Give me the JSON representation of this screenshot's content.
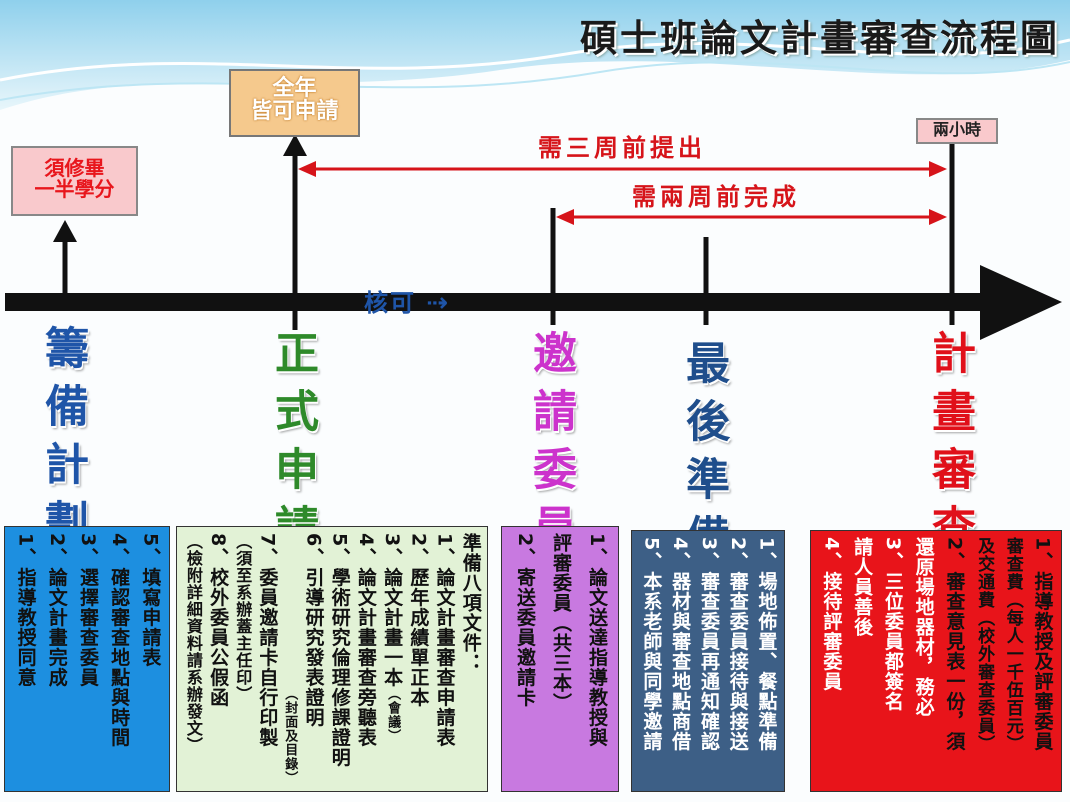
{
  "title": "碩士班論文計畫審查流程圖",
  "tags": {
    "half_credits": [
      "須修畢",
      "一半學分"
    ],
    "all_year": [
      "全年",
      "皆可申請"
    ],
    "two_hours": "兩小時"
  },
  "arrow_labels": {
    "three_weeks": "需三周前提出",
    "two_weeks": "需兩周前完成"
  },
  "approve_label": "核可",
  "approve_arrow": "⇢",
  "stages": {
    "prepare": "籌備計劃",
    "apply": "正式申請",
    "invite": "邀請委員",
    "final": "最後準備",
    "review": "計畫審查"
  },
  "boxes": {
    "prepare": [
      "1、指導教授同意",
      "2、論文計畫完成",
      "3、選擇審查委員",
      "4、確認審查地點與時間",
      "5、填寫申請表"
    ],
    "apply": {
      "intro": "準備八項文件：",
      "items": [
        "1、論文計畫審查申請表",
        "2、歷年成績單正本",
        "3、論文計畫一本",
        "4、論文計畫審查旁聽表",
        "5、學術研究倫理修課證明",
        "6、引導研究發表證明",
        "7、委員邀請卡自行印製",
        "8、校外委員公假函",
        "（須至系辦蓋主任印）",
        "（檢附詳細資料請系辦發文）"
      ],
      "note3": "（會議）",
      "note7": "（封面及目錄）"
    },
    "invite": [
      "1、論文送達指導教授與",
      "2、寄送委員邀請卡",
      "評審委員（共三本）"
    ],
    "final": [
      "1、場地佈置、餐點準備",
      "2、審查委員接待與接送",
      "3、審查委員再通知確認",
      "4、器材與審查地點商借",
      "5、本系老師與同學邀請"
    ],
    "review": [
      "1、指導教授及評審委員",
      "2、審查意見表一份，須",
      "及交通費（校外審查委員）",
      "審查費（每人一千伍百元）",
      "3、三位委員都簽名",
      "還原場地器材，務必",
      "4、接待評審委員",
      "請人員善後"
    ]
  },
  "colors": {
    "timeline": "#111111",
    "red_arrow": "#d6141a",
    "prepare": "#1f55a8",
    "apply": "#2e8a2a",
    "invite": "#cc33cc",
    "final": "#1f4e8c",
    "review": "#e0101a",
    "box_prepare": "#1d8fe0",
    "box_apply": "#e2f2d6",
    "box_invite": "#c879e0",
    "box_final": "#3d5f86",
    "box_review": "#e8141a"
  }
}
